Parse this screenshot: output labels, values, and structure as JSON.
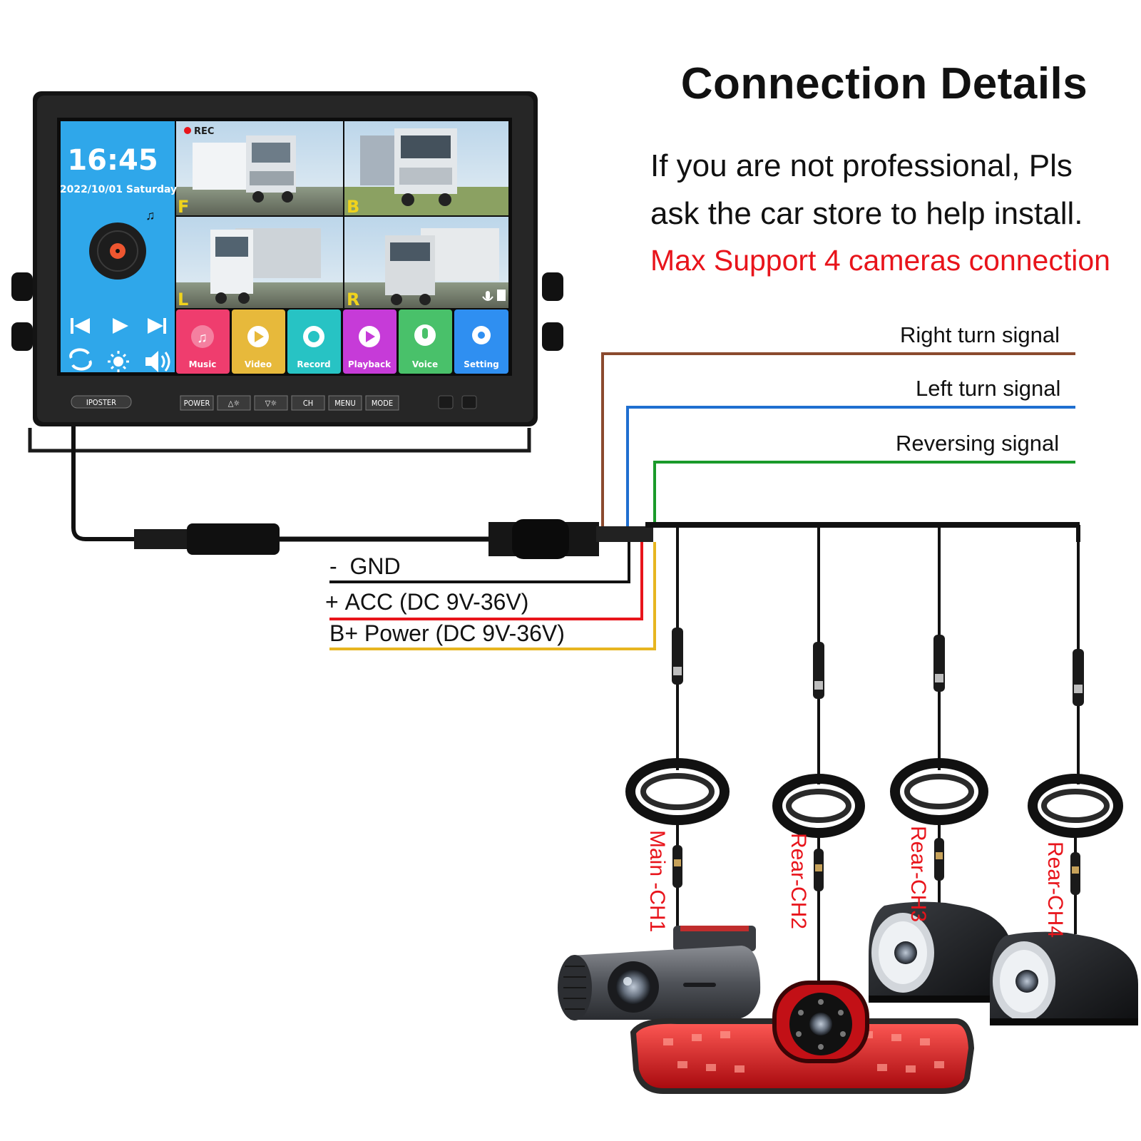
{
  "title": "Connection Details",
  "notes": {
    "line1": "If you are not professional, Pls",
    "line2": "ask the car store to help install.",
    "highlight": "Max Support 4 cameras connection"
  },
  "monitor": {
    "clock": "16:45",
    "date": "2022/10/01 Saturday",
    "rec_label": "REC",
    "brand": "IPOSTER",
    "quad_labels": [
      "F",
      "B",
      "L",
      "R"
    ],
    "apps": [
      {
        "label": "Music",
        "color": "#ef3d6e"
      },
      {
        "label": "Video",
        "color": "#e7b93b"
      },
      {
        "label": "Record",
        "color": "#27c3c4"
      },
      {
        "label": "Playback",
        "color": "#c63bd8"
      },
      {
        "label": "Voice",
        "color": "#49c16a"
      },
      {
        "label": "Setting",
        "color": "#2f8ff1"
      }
    ],
    "buttons": [
      "POWER",
      "△☼",
      "▽☼",
      "CH",
      "MENU",
      "MODE"
    ]
  },
  "signals": [
    {
      "label": "Right turn signal",
      "color": "#8b4a2e"
    },
    {
      "label": "Left turn signal",
      "color": "#1f6fd0"
    },
    {
      "label": "Reversing signal",
      "color": "#1a9a2a"
    }
  ],
  "power": [
    {
      "sign": "-",
      "label": "GND",
      "color": "#111111"
    },
    {
      "sign": "+",
      "label": "ACC (DC 9V-36V)",
      "color": "#e8141b"
    },
    {
      "sign": "",
      "label": "B+ Power (DC 9V-36V)",
      "color": "#e7b520"
    }
  ],
  "channels": [
    "Main -CH1",
    "Rear-CH2",
    "Rear-CH3",
    "Rear-CH4"
  ],
  "colors": {
    "accent_red": "#e8141b",
    "screen_blue": "#2fa7ea"
  }
}
